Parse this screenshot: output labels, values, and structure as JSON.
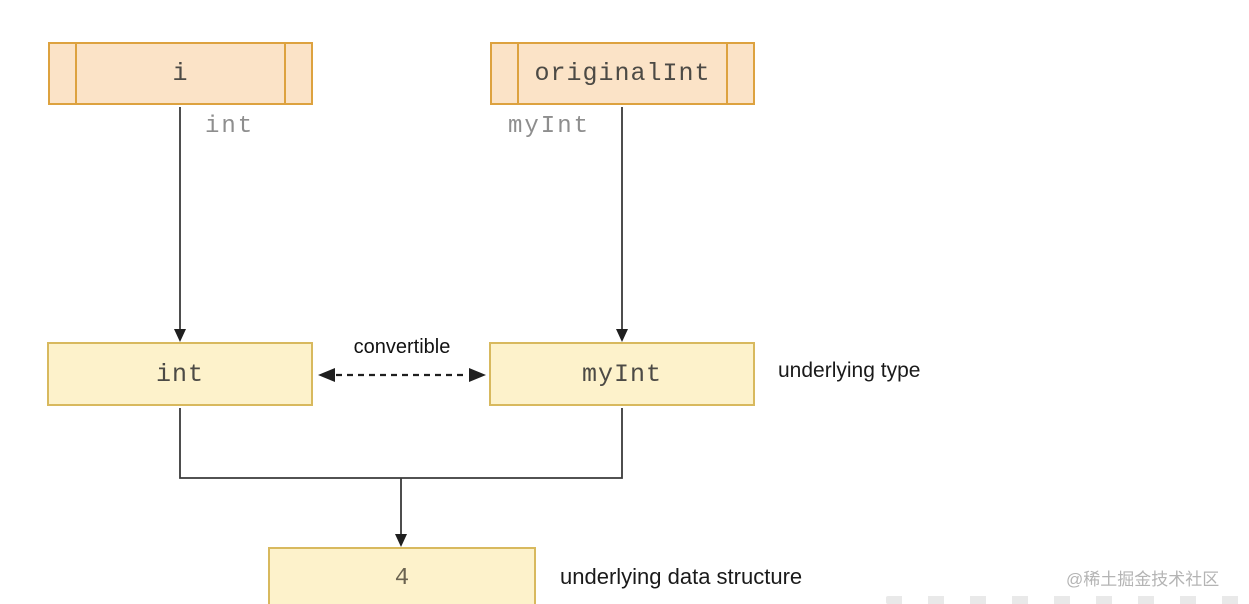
{
  "diagram": {
    "variables": [
      {
        "name": "i",
        "type_label": "int"
      },
      {
        "name": "originalInt",
        "type_label": "myInt"
      }
    ],
    "type_boxes": [
      {
        "label": "int"
      },
      {
        "label": "myInt"
      }
    ],
    "relation_label": "convertible",
    "annotations": {
      "underlying_type": "underlying type",
      "underlying_data_structure": "underlying data structure"
    },
    "value_box_label": "4",
    "colors": {
      "variable_box_fill": "#fbe3c7",
      "variable_box_border": "#dda23f",
      "type_box_fill": "#fdf2cb",
      "type_box_border": "#d8b95e",
      "connector_line": "#3a3a3a",
      "arrowhead": "#1f1f1f",
      "muted_type_label": "#8e8e8e",
      "box_text": "#4c4a45",
      "annotation_text": "#1a1a1a",
      "watermark_text": "#b4b4b4"
    }
  },
  "watermark": {
    "text": "@稀土掘金技术社区"
  }
}
